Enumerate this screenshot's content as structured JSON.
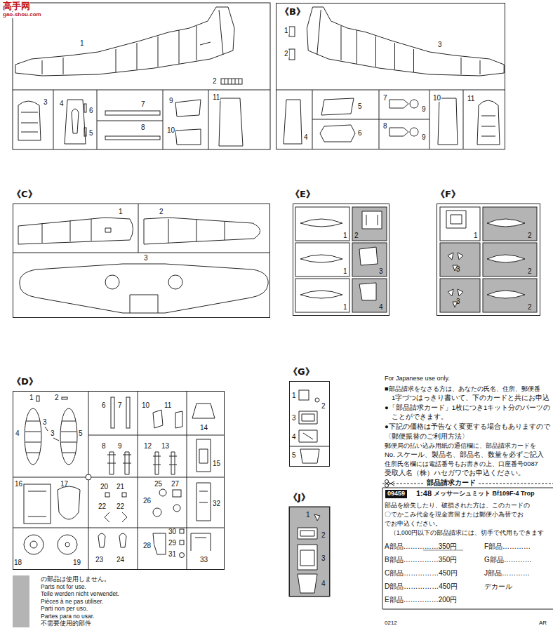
{
  "diagram": {
    "nodes": [
      {
        "text": [
          "《B》"
        ]
      },
      {
        "text": [
          "《C》"
        ]
      },
      {
        "text": [
          "《E》"
        ]
      },
      {
        "text": [
          "《F》"
        ]
      },
      {
        "text": [
          "《D》"
        ]
      },
      {
        "text": [
          "《G》"
        ]
      },
      {
        "text": [
          "《J》"
        ]
      }
    ],
    "labels": [
      "高手网",
      "gao-shou.com",
      "1",
      "2",
      "3",
      "4",
      "6",
      "5",
      "7",
      "8",
      "9",
      "10",
      "11",
      "1",
      "2",
      "3",
      "4",
      "5",
      "6",
      "7",
      "9",
      "8",
      "9",
      "10",
      "11",
      "1",
      "2",
      "3",
      "1",
      "2",
      "1",
      "3",
      "1",
      "4",
      "1",
      "2",
      "3",
      "2",
      "3",
      "2",
      "1",
      "2",
      "4",
      "3",
      "3",
      "5",
      "6",
      "7",
      "10",
      "11",
      "14",
      "8",
      "9",
      "12",
      "13",
      "15",
      "16",
      "17",
      "20",
      "21",
      "22",
      "22",
      "25",
      "26",
      "27",
      "32",
      "18",
      "19",
      "23",
      "24",
      "28",
      "30",
      "29",
      "31",
      "33",
      "1",
      "2",
      "3",
      "4",
      "5",
      "1",
      "2",
      "3",
      "4",
      "For Japanese use only.",
      "■部品請求をなさる方は、あなたの氏名、住所、郵便番",
      "1字づつはっきり書いて、下のカードと共にお申込",
      "●「部品請求カード」1枚につき1キット分のパーツの",
      "ことができます。",
      "●下記の価格は予告なく変更する場合もありますので",
      "〈郵便振替のご利用方法〉",
      "郵便局の払い込み用紙の通信欄に、部品請求カードを",
      "No. スケール、製品名、部品名、数量を必ずご記入",
      "住所氏名欄には電話番号もお書きの上、口座番号0087",
      "受取人名（株）ハセガワでお申込ください。",
      "部品請求カード",
      "09459",
      "1:48",
      "メッサーシュミット Bf109F-4 Trop",
      "部品を紛失したり、破損された方は、このカードの",
      "〇でかこみ代金を現金書留または郵便小為替でお",
      "でお申込ください。",
      "（1,000円以下の部品請求には、切手で代用もできます",
      "A部品……………350円",
      "B部品……………350円",
      "C部品……………450円",
      "D部品……………450円",
      "E部品……………200円",
      "F部品…………",
      "G部品…………",
      "J部品…………",
      "デカール",
      "0212",
      "AR"
    ],
    "legend": [
      {
        "text": "の部品は使用しません。",
        "color": "#b4b4b4"
      },
      {
        "text": "Parts not for use.",
        "color": "#b4b4b4"
      },
      {
        "text": "Teile werden nicht verwendet.",
        "color": "#b4b4b4"
      },
      {
        "text": "Pièces à ne pas utiliser.",
        "color": "#b4b4b4"
      },
      {
        "text": "Parti non per uso.",
        "color": "#b4b4b4"
      },
      {
        "text": "Partes para no usar.",
        "color": "#b4b4b4"
      },
      {
        "text": "不需要使用的部件",
        "color": "#b4b4b4"
      }
    ]
  }
}
